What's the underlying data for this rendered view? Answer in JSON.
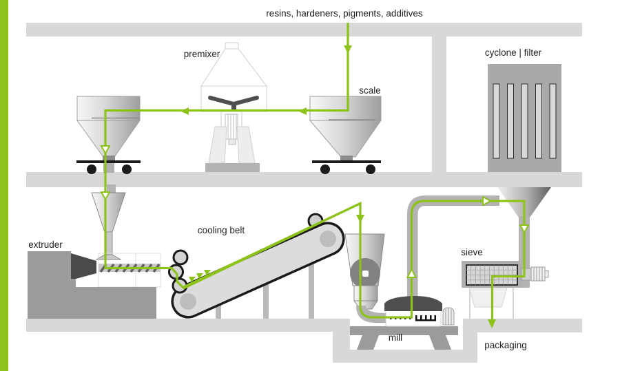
{
  "labels": {
    "feed": "resins, hardeners, pigments, additives",
    "premixer": "premixer",
    "scale": "scale",
    "cyclone_filter": "cyclone | filter",
    "cooling_belt": "cooling belt",
    "extruder": "extruder",
    "sieve": "sieve",
    "mill": "mill",
    "packaging": "packaging"
  },
  "colors": {
    "accent": "#8dc21a",
    "floor": "#d8d8d8",
    "duct": "#b3b3b3",
    "machine_gray": "#9b9b9b",
    "dark_gray": "#4f4f4f",
    "cyclone_body": "#a9a9a9",
    "outline": "#1a1a1a"
  },
  "flow_order": [
    "scale",
    "premixer",
    "extruder",
    "cooling belt",
    "mill",
    "cyclone | filter",
    "sieve",
    "packaging"
  ]
}
